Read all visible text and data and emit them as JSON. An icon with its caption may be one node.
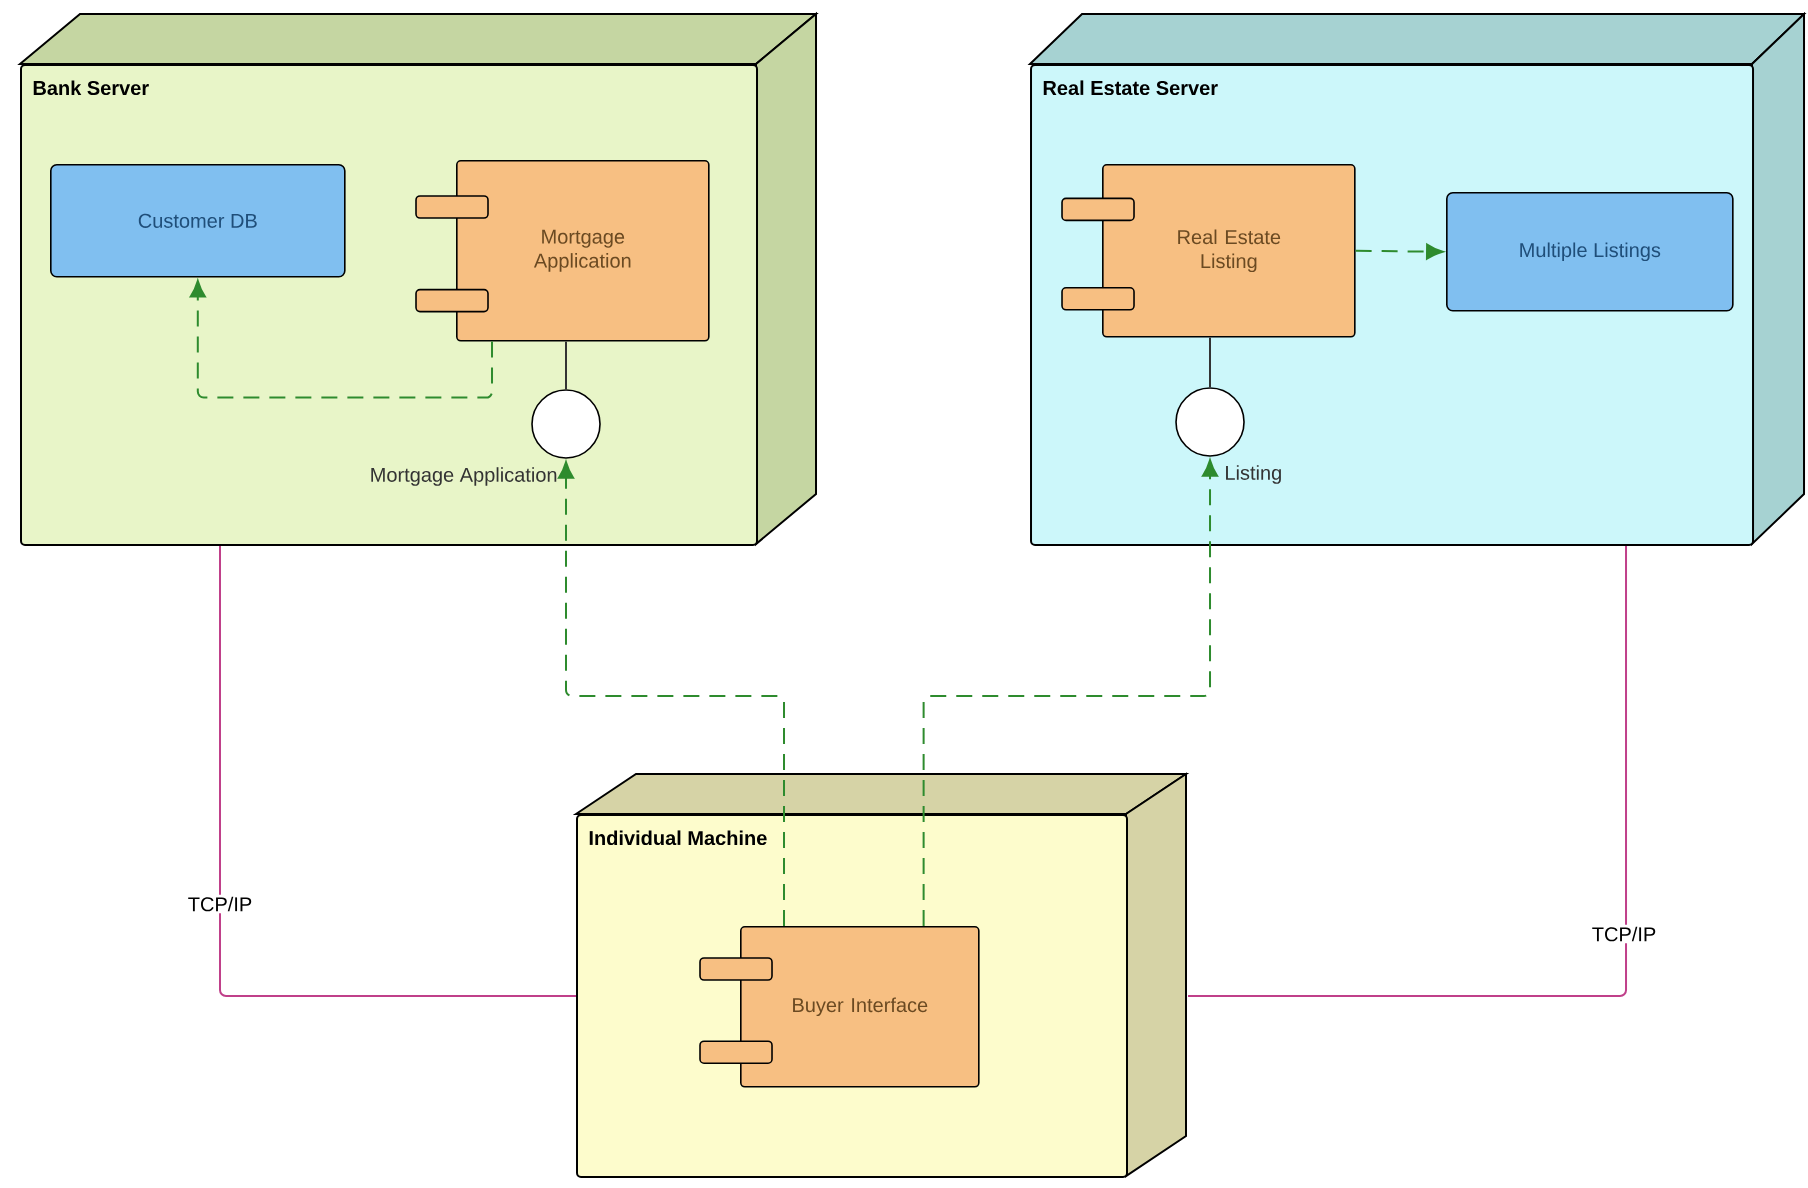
{
  "diagram": {
    "nodes": [
      {
        "text": [
          "Bank Server"
        ]
      },
      {
        "text": [
          "Customer DB"
        ],
        "in": 0
      },
      {
        "text": [
          "Mortgage Application"
        ],
        "in": 0
      },
      {
        "text": [],
        "shape": "circle",
        "beside": [
          "Mortgage Application"
        ],
        "in": 0
      },
      {
        "text": [
          "Real Estate Server"
        ]
      },
      {
        "text": [
          "Real Estate Listing"
        ],
        "in": 4
      },
      {
        "text": [
          "Multiple Listings"
        ],
        "in": 4
      },
      {
        "text": [],
        "shape": "circle",
        "beside": [
          "Listing"
        ],
        "in": 4
      },
      {
        "text": [
          "Individual Machine"
        ]
      },
      {
        "text": [
          "Buyer Interface"
        ],
        "in": 8
      }
    ],
    "edges": [
      {
        "from": 2,
        "to": 1,
        "arrow": "to",
        "style": "dashed",
        "color": "#2e8b2e"
      },
      {
        "from": 2,
        "to": 3,
        "arrow": "none"
      },
      {
        "from": 9,
        "to": 3,
        "arrow": "to",
        "style": "dashed",
        "color": "#2e8b2e"
      },
      {
        "from": 5,
        "to": 6,
        "arrow": "to",
        "style": "dashed",
        "color": "#2e8b2e"
      },
      {
        "from": 5,
        "to": 7,
        "arrow": "none"
      },
      {
        "from": 9,
        "to": 7,
        "arrow": "to",
        "style": "dashed",
        "color": "#2e8b2e"
      },
      {
        "from": 0,
        "to": 8,
        "arrow": "none",
        "label": "TCP/IP",
        "color": "#c0408a"
      },
      {
        "from": 4,
        "to": 8,
        "arrow": "none",
        "label": "TCP/IP",
        "color": "#c0408a"
      }
    ]
  }
}
